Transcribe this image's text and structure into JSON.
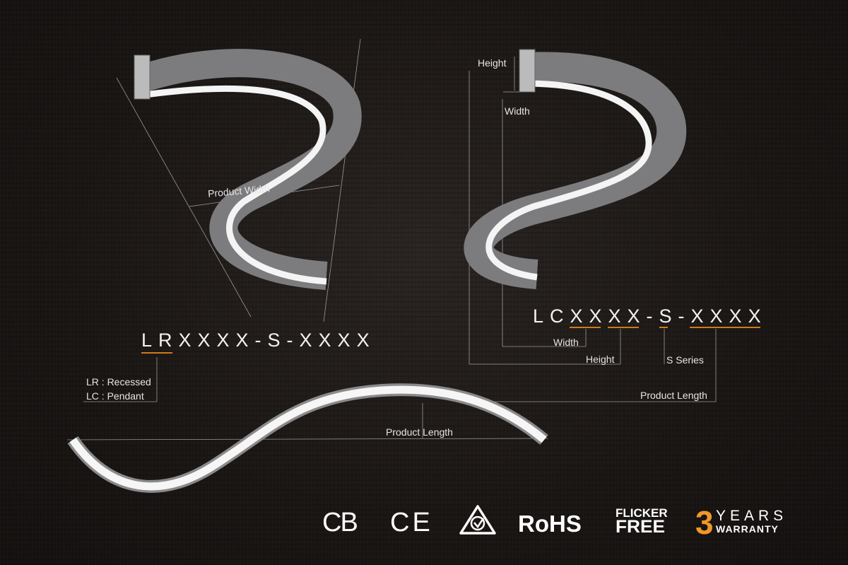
{
  "left_diagram": {
    "product_width_label": "Product Width",
    "code": "LRXXXX-S-XXXX",
    "legend": [
      "LR : Recessed",
      "LC : Pendant"
    ]
  },
  "right_diagram": {
    "height_label": "Height",
    "width_label": "Width",
    "code": "LCXXXX-S-XXXX",
    "code_labels": {
      "width": "Width",
      "height": "Height",
      "series": "S Series",
      "length": "Product Length"
    }
  },
  "bottom_diagram": {
    "product_length_label": "Product Length"
  },
  "certifications": {
    "cb": "CB",
    "ce": "CE",
    "rcm": "rcm-mark-icon",
    "rohs": "RoHS",
    "flicker_line1": "FLICKER",
    "flicker_line2": "FREE",
    "warranty_number": "3",
    "warranty_line1": "YEARS",
    "warranty_line2": "WARRANTY"
  },
  "colors": {
    "accent": "#d07a1c",
    "background": "#1a1614"
  }
}
